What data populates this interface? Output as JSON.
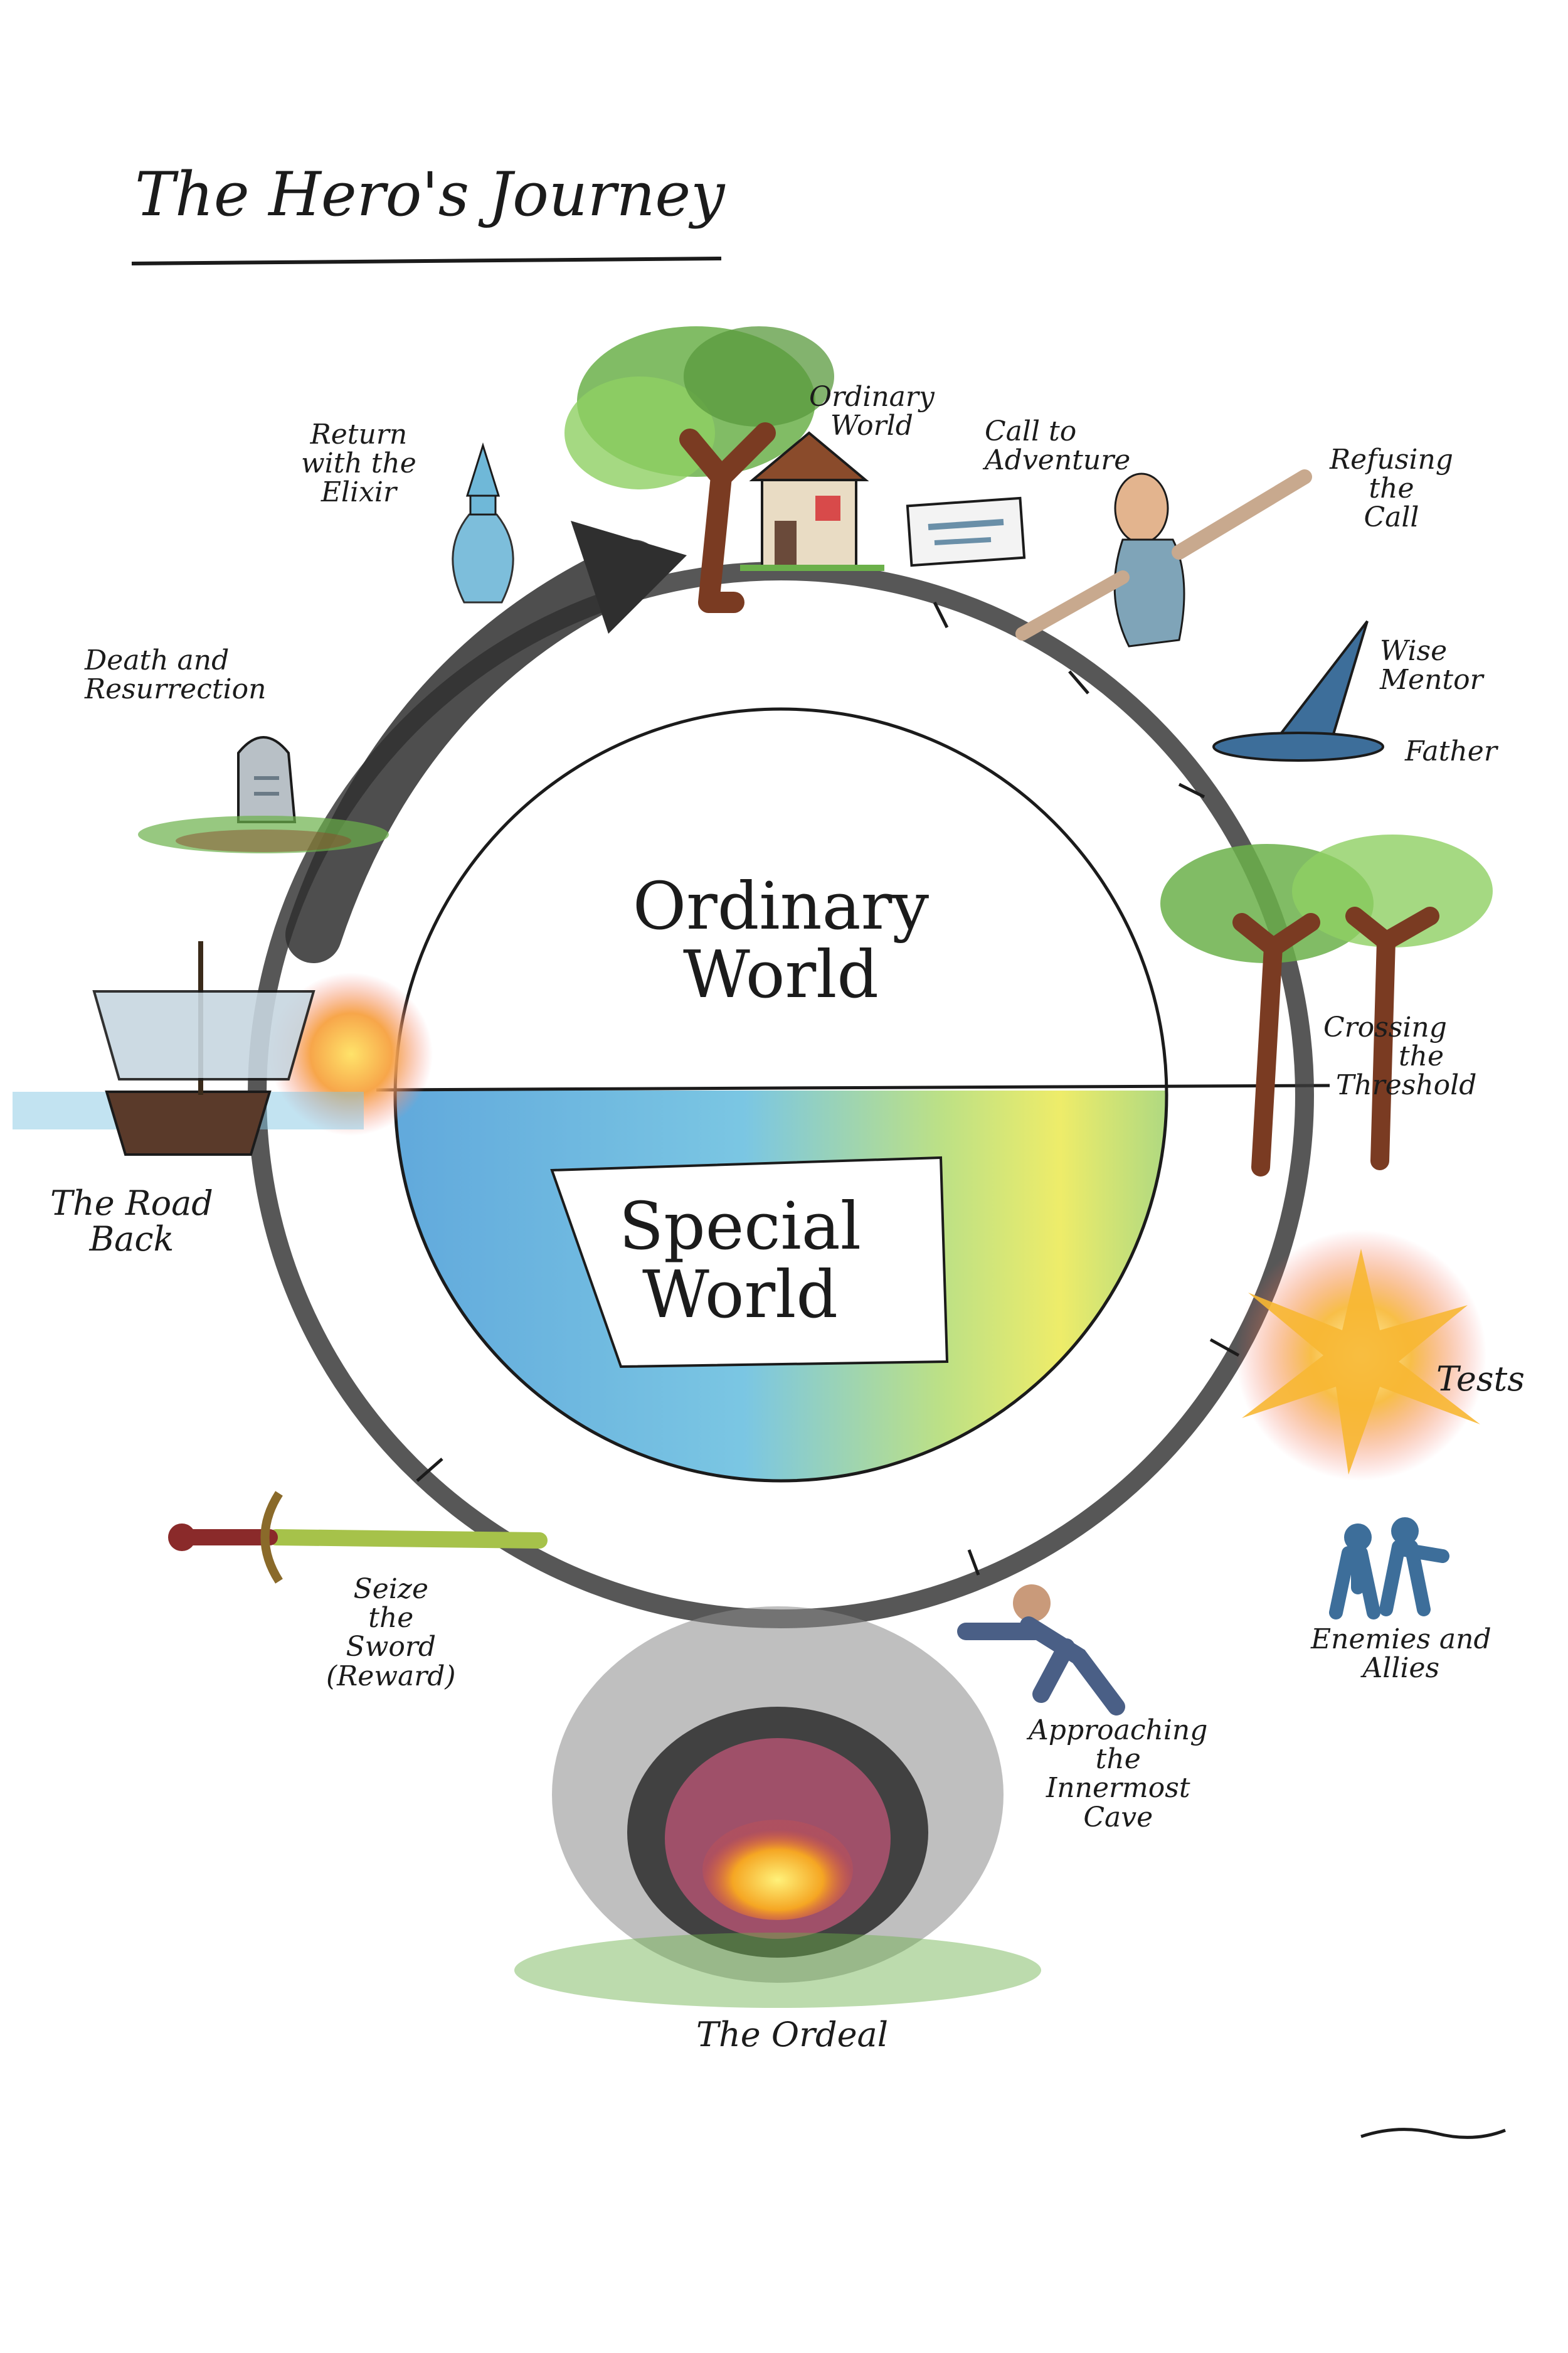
{
  "title": "The Hero's Journey",
  "center": {
    "upper": [
      "Ordinary",
      "World"
    ],
    "lower": [
      "Special",
      "World"
    ]
  },
  "stages": {
    "ordinary_world": [
      "Ordinary",
      "World"
    ],
    "call_to_adventure": [
      "Call to",
      "Adventure"
    ],
    "refusing_the_call": [
      "Refusing",
      "the",
      "Call"
    ],
    "wise_mentor": [
      "Wise",
      "Mentor"
    ],
    "father": "Father",
    "crossing_the_threshold": [
      "Crossing",
      "the",
      "Threshold"
    ],
    "tests": "Tests",
    "enemies_and_allies": [
      "Enemies and",
      "Allies"
    ],
    "approaching_the_innermost_cave": [
      "Approaching",
      "the",
      "Innermost",
      "Cave"
    ],
    "the_ordeal": "The Ordeal",
    "seize_the_sword": [
      "Seize",
      "the",
      "Sword",
      "(Reward)"
    ],
    "the_road_back": [
      "The Road",
      "Back"
    ],
    "death_and_resurrection": [
      "Death and",
      "Resurrection"
    ],
    "return_with_the_elixir": [
      "Return",
      "with the",
      "Elixir"
    ]
  },
  "colors": {
    "ring": "#3a3a3a",
    "ordinary_world_bg": "#ffffff",
    "water_blue": "#5aa6d6",
    "water_green": "#8ccf7a",
    "water_yellow": "#ecea59",
    "foliage": "#6bb04a",
    "bark": "#7a3b22",
    "mentor_hat": "#3d6e9a",
    "elixir": "#6fb8d8",
    "fire": "#f5a623"
  }
}
